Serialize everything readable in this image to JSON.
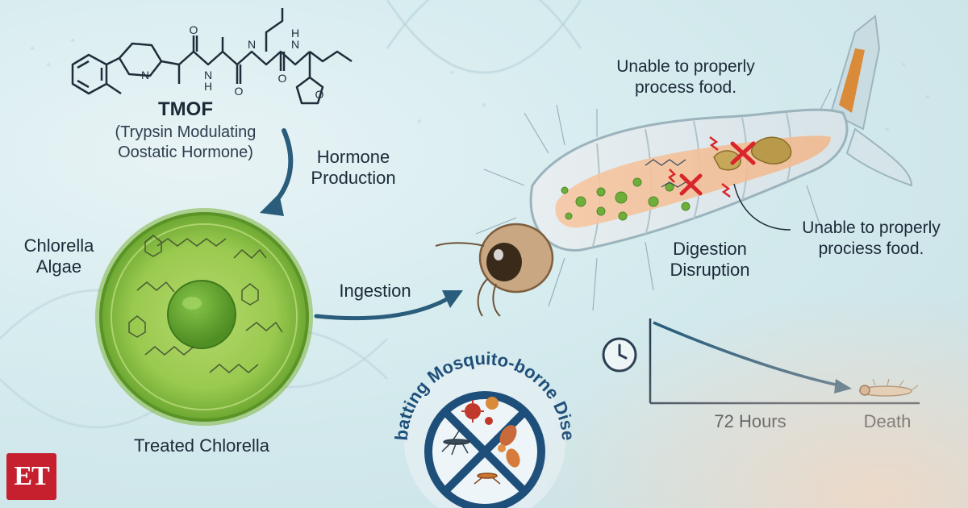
{
  "molecule": {
    "name": "TMOF",
    "fullname_line1": "(Trypsin Modulating",
    "fullname_line2": "Oostatic Hormone)",
    "atom_labels": [
      "N",
      "O",
      "N",
      "H",
      "O",
      "N",
      "O",
      "N",
      "H",
      "O"
    ]
  },
  "steps": {
    "hormone_line1": "Hormone",
    "hormone_line2": "Production",
    "ingestion": "Ingestion"
  },
  "algae": {
    "label_line1": "Chlorella",
    "label_line2": "Algae",
    "caption": "Treated Chlorella"
  },
  "larva": {
    "note_top_line1": "Unable to properly",
    "note_top_line2": "process food.",
    "note_side_line1": "Unable to properly",
    "note_side_line2": "prociess food.",
    "digestion_line1": "Digestion",
    "digestion_line2": "Disruption"
  },
  "timeline": {
    "duration": "72 Hours",
    "outcome": "Death"
  },
  "badge": {
    "text": "Combatting Mosquito-borne Diseases"
  },
  "logo": {
    "text": "ET"
  },
  "colors": {
    "arrow": "#2a5d7c",
    "algae_green": "#8cc34a",
    "nucleus_green": "#5a9e2a",
    "cross_red": "#d9262b",
    "badge_blue": "#1e4f7a",
    "logo_red": "#c6202f"
  },
  "icons": [
    "clock-icon",
    "mosquito-icon",
    "virus-icon",
    "bacteria-icon",
    "larva-icon",
    "cross-icon",
    "curved-arrow-icon"
  ]
}
